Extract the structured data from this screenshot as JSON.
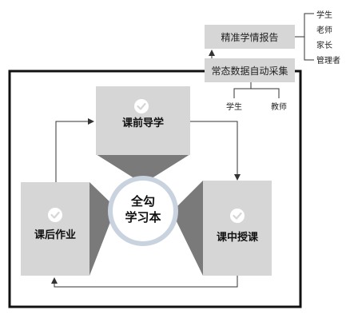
{
  "center": {
    "line1": "全勾",
    "line2": "学习本"
  },
  "blocks": {
    "top": "课前导学",
    "left": "课后作业",
    "right": "课中授课"
  },
  "report": {
    "label": "精准学情报告",
    "recipients": [
      "学生",
      "老师",
      "家长",
      "管理者"
    ]
  },
  "collect": {
    "label": "常态数据自动采集",
    "sources": [
      "学生",
      "教师"
    ]
  },
  "colors": {
    "block_light": "#d6d6d6",
    "block_dark": "#7a7a7a",
    "circle_ring": "#c9d3df",
    "line": "#333333"
  },
  "icons": [
    "check-circle-icon",
    "check-circle-icon",
    "check-circle-icon"
  ]
}
